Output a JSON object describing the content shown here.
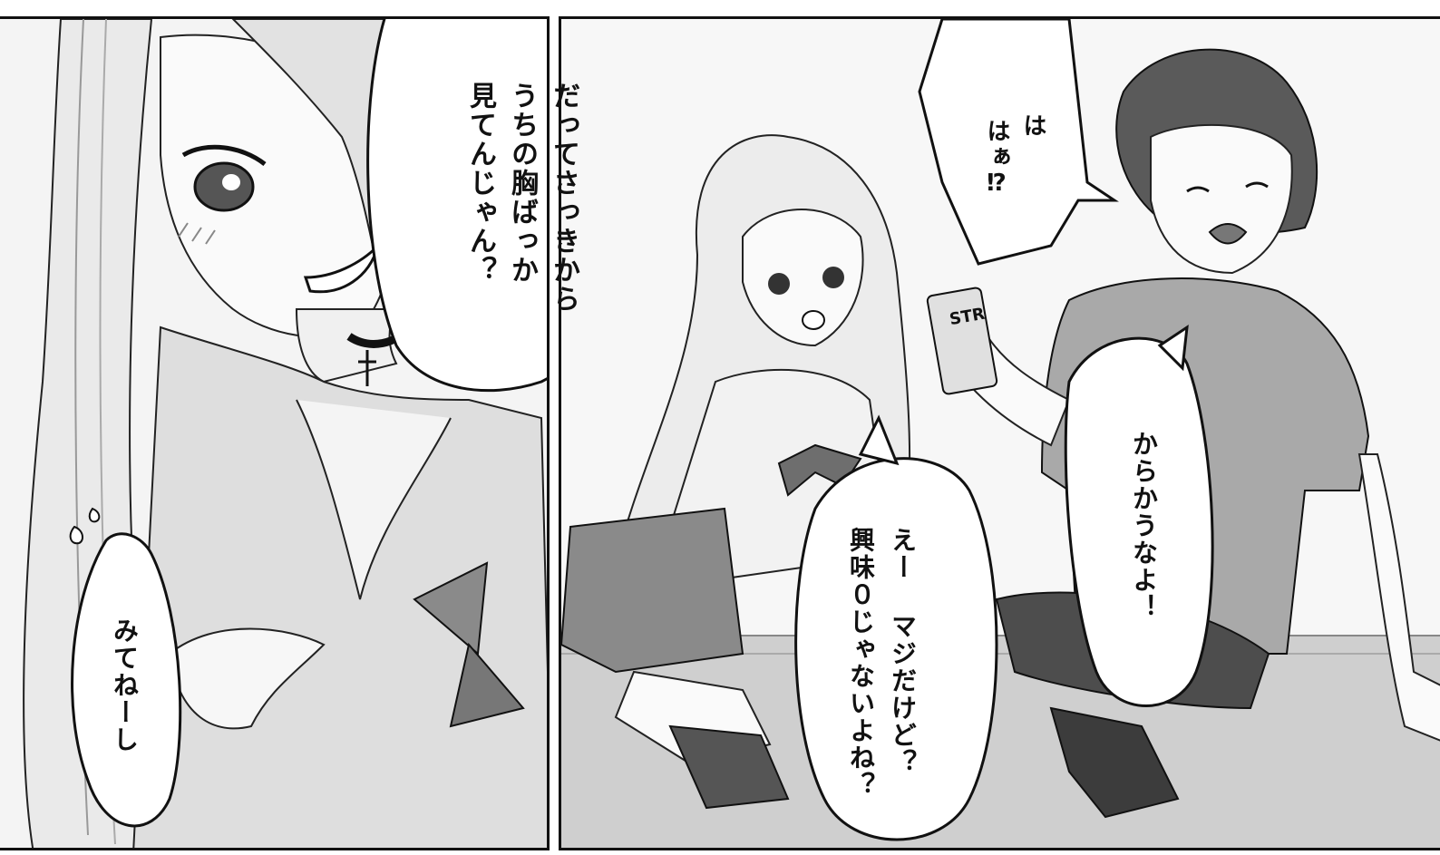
{
  "colors": {
    "ink": "#111111",
    "tone_light": "#e6e6e6",
    "tone_mid": "#bdbdbd",
    "tone_dark": "#6e6e6e",
    "paper": "#ffffff"
  },
  "panels": [
    {
      "bubbles": [
        {
          "lines": [
            "だってさっきから",
            "うちの胸ばっか",
            "見てんじゃん？"
          ]
        },
        {
          "lines": [
            "みてねーし"
          ]
        }
      ]
    },
    {
      "bubbles": [
        {
          "lines": [
            "は",
            "はぁ⁉"
          ]
        },
        {
          "lines": [
            "えー マジだけど？",
            "興味０じゃないよね？"
          ]
        },
        {
          "lines": [
            "からかうなよ！"
          ]
        }
      ],
      "can_label": "STR"
    }
  ]
}
